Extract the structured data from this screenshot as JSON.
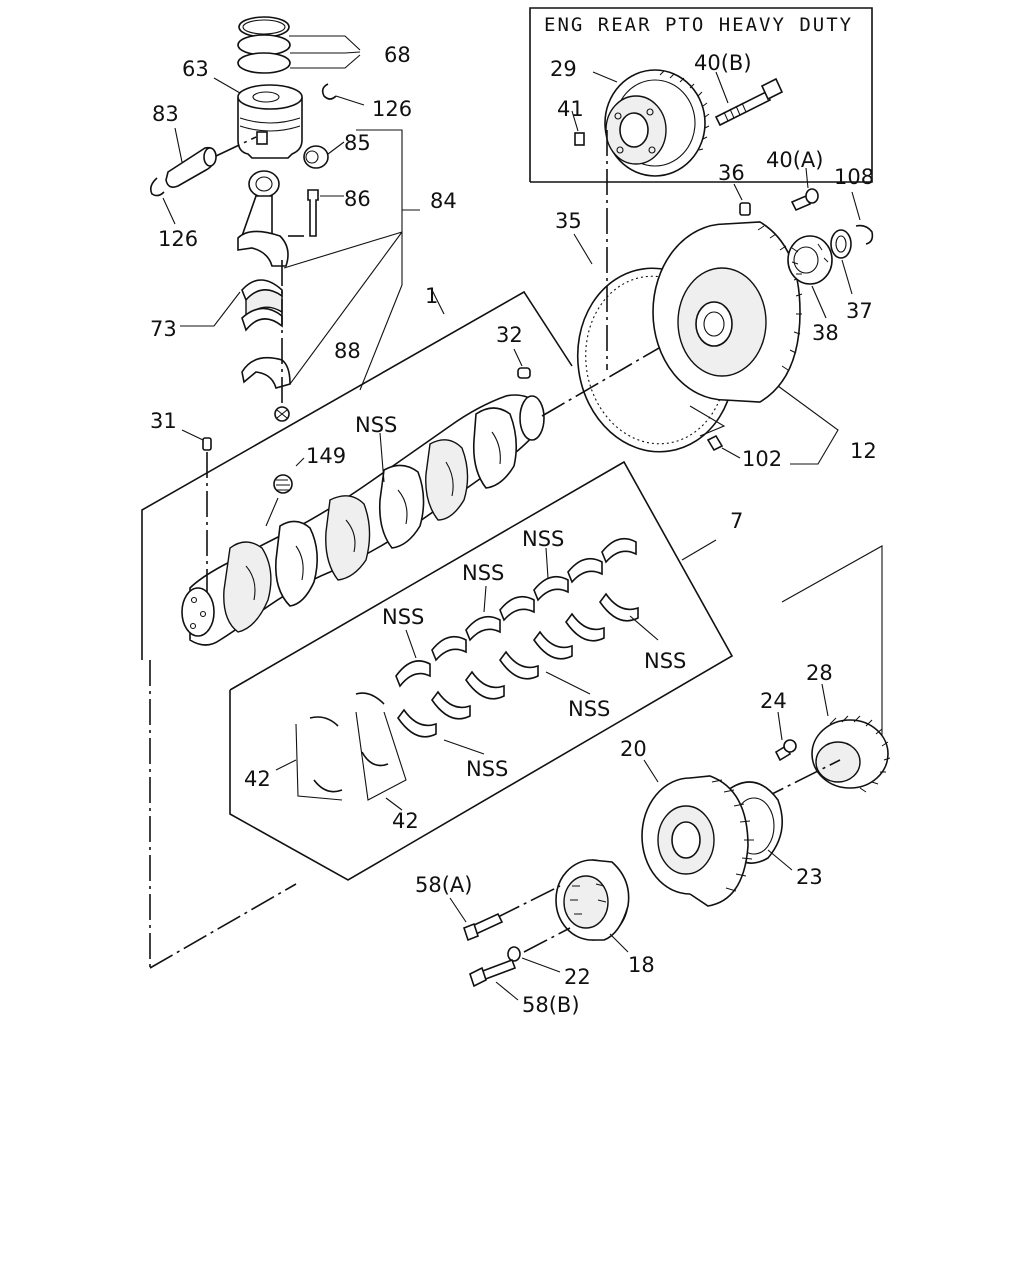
{
  "diagram": {
    "inset_title": "ENG REAR PTO HEAVY DUTY",
    "labels": {
      "p68": "68",
      "p63": "63",
      "p126a": "126",
      "p83": "83",
      "p85": "85",
      "p86": "86",
      "p84": "84",
      "p126b": "126",
      "p73": "73",
      "p88": "88",
      "p1": "1",
      "p31": "31",
      "p149": "149",
      "p32": "32",
      "p29": "29",
      "p40b": "40(B)",
      "p41": "41",
      "p40a": "40(A)",
      "p36": "36",
      "p108": "108",
      "p35": "35",
      "p37": "37",
      "p38": "38",
      "p12": "12",
      "p102": "102",
      "p7": "7",
      "p28": "28",
      "p24": "24",
      "p20": "20",
      "p23": "23",
      "p42a": "42",
      "p42b": "42",
      "p58a": "58(A)",
      "p22": "22",
      "p18": "18",
      "p58b": "58(B)",
      "nss1": "NSS",
      "nss2": "NSS",
      "nss3": "NSS",
      "nss4": "NSS",
      "nss5": "NSS",
      "nss6": "NSS",
      "nss7": "NSS"
    }
  }
}
